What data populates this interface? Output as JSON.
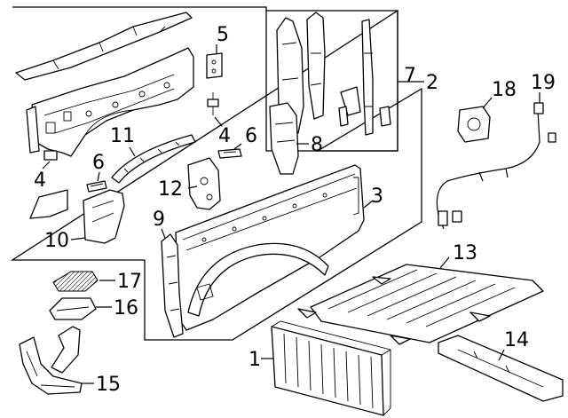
{
  "diagram": {
    "callouts": {
      "c1": "1",
      "c2": "2",
      "c3": "3",
      "c4a": "4",
      "c4b": "4",
      "c5": "5",
      "c6a": "6",
      "c6b": "6",
      "c7": "7",
      "c8": "8",
      "c9": "9",
      "c10": "10",
      "c11": "11",
      "c12": "12",
      "c13": "13",
      "c14": "14",
      "c15": "15",
      "c16": "16",
      "c17": "17",
      "c18": "18",
      "c19": "19"
    }
  }
}
